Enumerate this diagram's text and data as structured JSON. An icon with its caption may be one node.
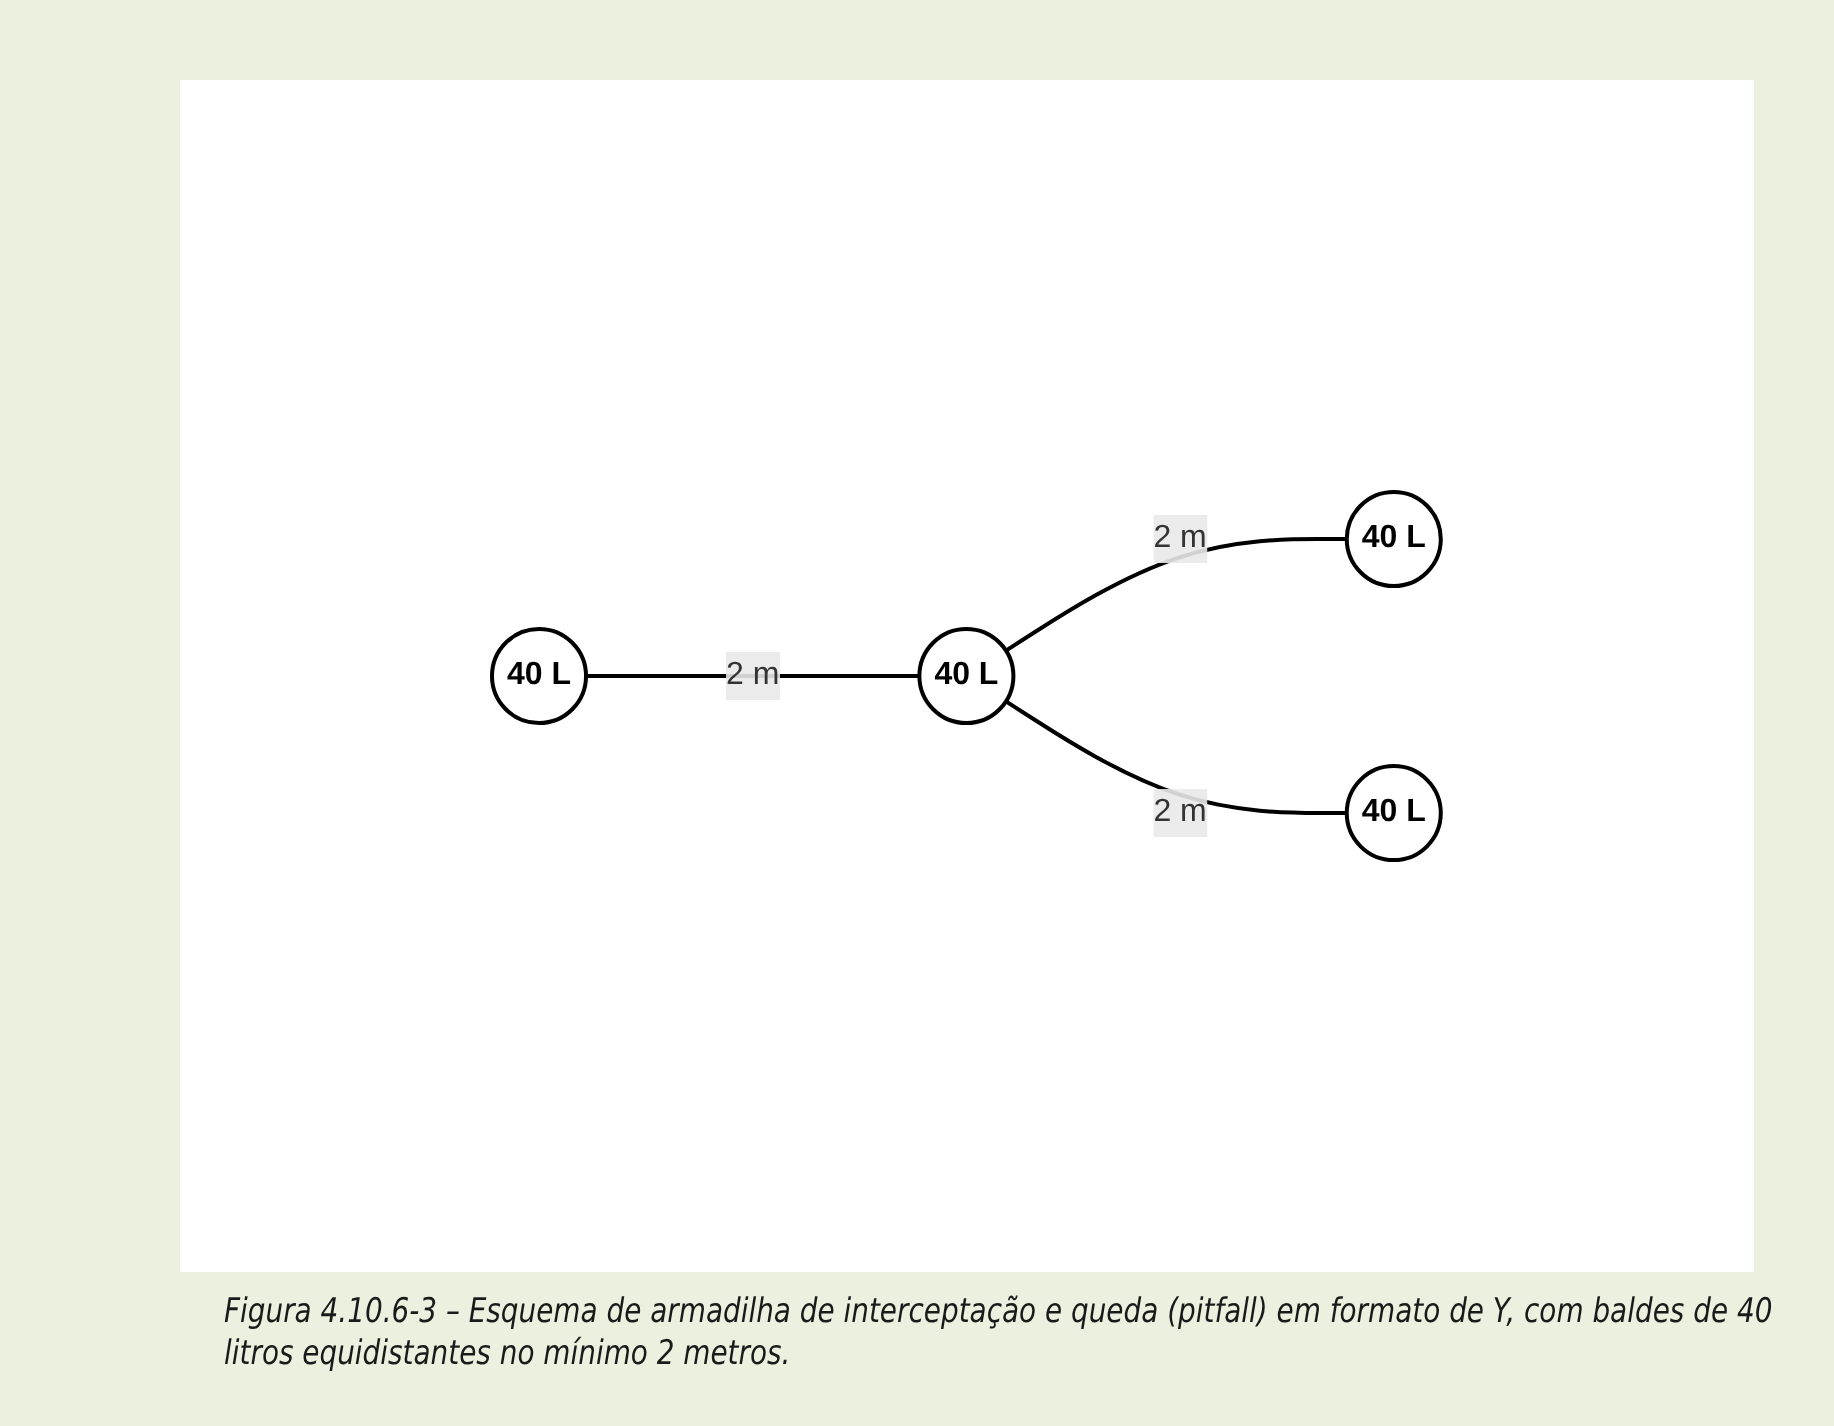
{
  "diagram": {
    "caption": "Figura 4.10.6-3 – Esquema de armadilha de interceptação e queda (pitfall) em formato de Y, com baldes de 40 litros equidistantes no mínimo 2 metros.",
    "nodes": [
      {
        "text": [
          "40 L"
        ]
      },
      {
        "text": [
          "40 L"
        ]
      },
      {
        "text": [
          "40 L"
        ]
      },
      {
        "text": [
          "40 L"
        ]
      }
    ],
    "edges": [
      {
        "from": 2,
        "to": 0,
        "arrow": "none",
        "label": "2 m"
      },
      {
        "from": 1,
        "to": 2,
        "arrow": "none",
        "label": "2 m"
      },
      {
        "from": 2,
        "to": 3,
        "arrow": "none",
        "label": "2 m"
      }
    ]
  }
}
